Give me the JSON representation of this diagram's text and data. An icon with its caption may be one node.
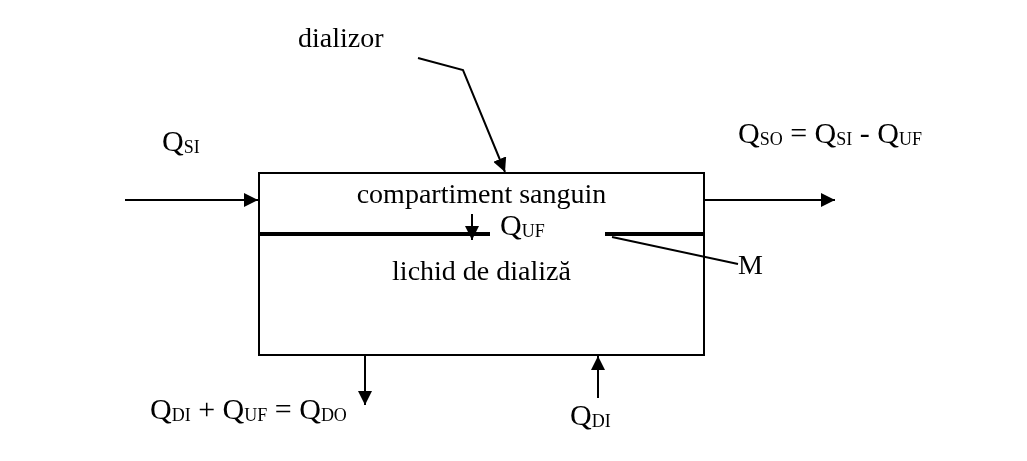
{
  "diagram": {
    "nodes": [
      {
        "text": [],
        "shape": "box"
      },
      {
        "text": [
          "compartiment sanguin"
        ],
        "in": 0
      },
      {
        "text": [
          "lichid de dializă"
        ],
        "in": 0
      },
      {
        "text": [],
        "shape": "bar",
        "in": 0
      },
      {
        "text": [
          "dializor"
        ]
      },
      {
        "text": [
          "M"
        ]
      }
    ],
    "edges": [
      {
        "from": 4,
        "to": 0,
        "arrow": "to"
      },
      {
        "from": null,
        "to": 0,
        "arrow": "to",
        "label": "Q$_{SI}$"
      },
      {
        "from": 0,
        "to": null,
        "arrow": "to",
        "label": "Q$_{SO}$ = Q$_{SI}$ - Q$_{UF}$"
      },
      {
        "from": 1,
        "to": 2,
        "arrow": "to",
        "label": "Q$_{UF}$"
      },
      {
        "from": 0,
        "to": null,
        "arrow": "to",
        "label": "Q$_{DI}$ + Q$_{UF}$ = Q$_{DO}$"
      },
      {
        "from": null,
        "to": 0,
        "arrow": "to",
        "label": "Q$_{DI}$"
      },
      {
        "from": 5,
        "to": 3,
        "arrow": "none"
      }
    ]
  }
}
